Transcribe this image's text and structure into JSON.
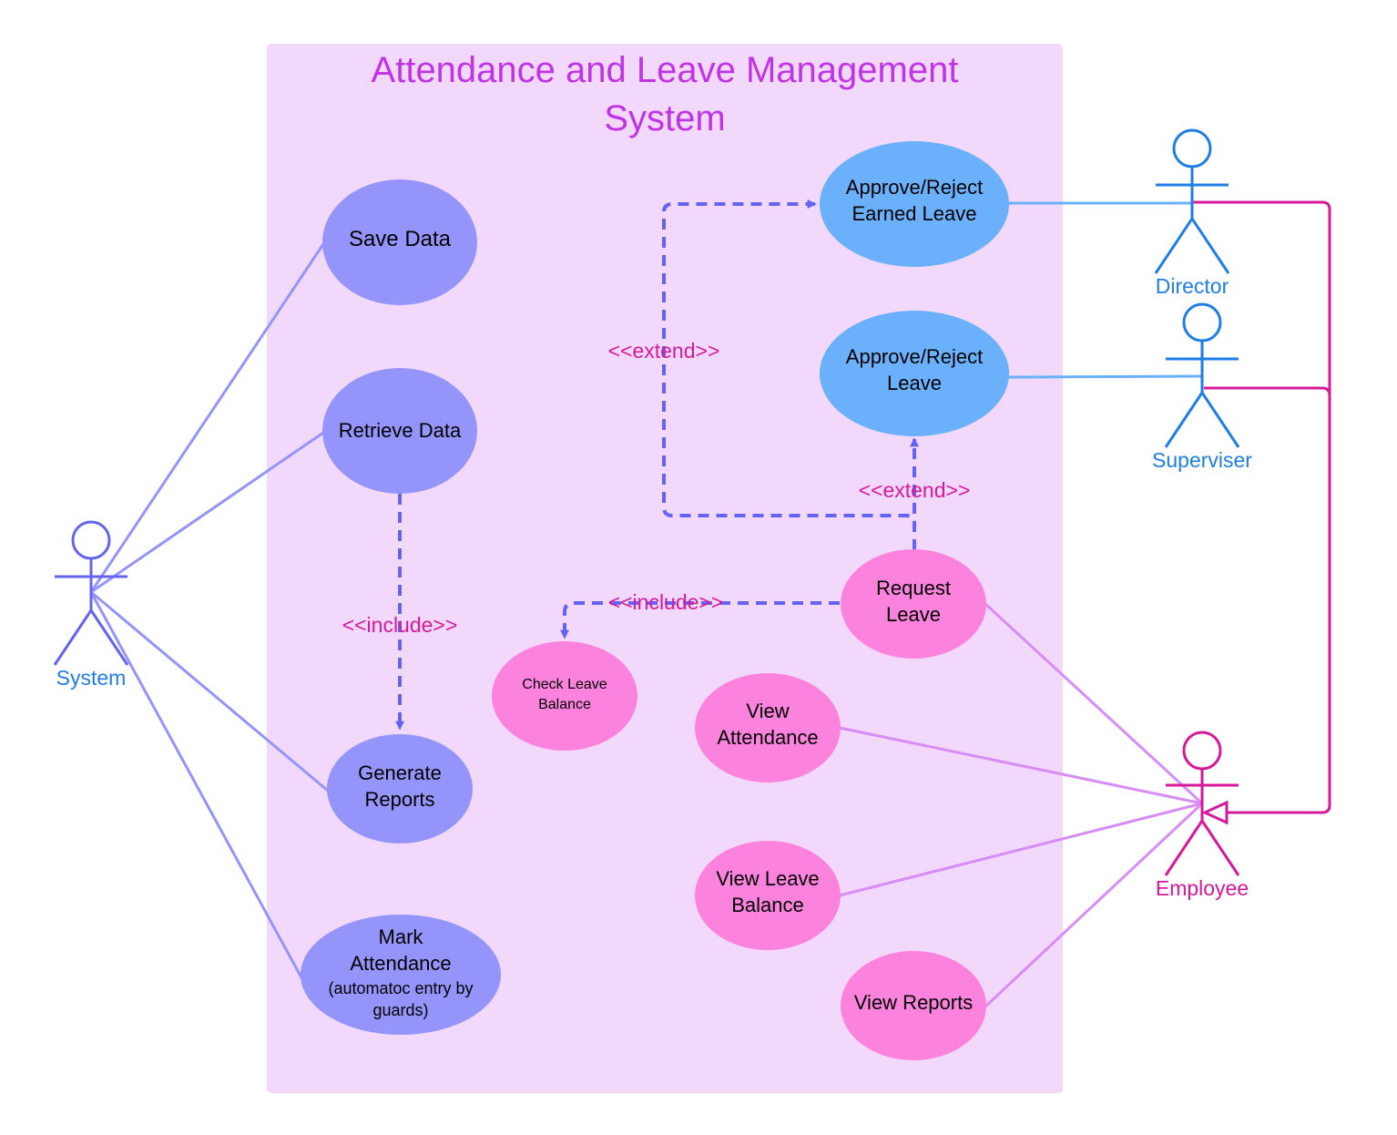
{
  "title": {
    "line1": "Attendance and Leave Management",
    "line2": "System"
  },
  "actors": {
    "system": "System",
    "director": "Director",
    "superviser": "Superviser",
    "employee": "Employee"
  },
  "use_cases": {
    "save_data": "Save Data",
    "retrieve_data": "Retrieve Data",
    "generate_reports": [
      "Generate",
      "Reports"
    ],
    "mark_attendance": [
      "Mark",
      "Attendance",
      "(automatoc entry by",
      "guards)"
    ],
    "approve_earned": [
      "Approve/Reject",
      "Earned Leave"
    ],
    "approve_leave": [
      "Approve/Reject",
      "Leave"
    ],
    "request_leave": [
      "Request",
      "Leave"
    ],
    "check_balance": [
      "Check Leave",
      "Balance"
    ],
    "view_attendance": [
      "View",
      "Attendance"
    ],
    "view_leave_balance": [
      "View Leave",
      "Balance"
    ],
    "view_reports": "View Reports"
  },
  "relations": {
    "include_reports": "<<include>>",
    "include_check": "<<include>>",
    "extend_earned": "<<extend>>",
    "extend_leave": "<<extend>>"
  },
  "colors": {
    "boundary": "#f2d9fb",
    "title": "#c033e6",
    "system_uc": "#9494fb",
    "approver_uc": "#6bb0fb",
    "employee_uc": "#fb83dd",
    "system_actor": "#6464f0",
    "approver_actor": "#1f7ee6",
    "employee_actor": "#d6199b",
    "dashed": "#6464f0",
    "relation_label": "#d6199b"
  }
}
